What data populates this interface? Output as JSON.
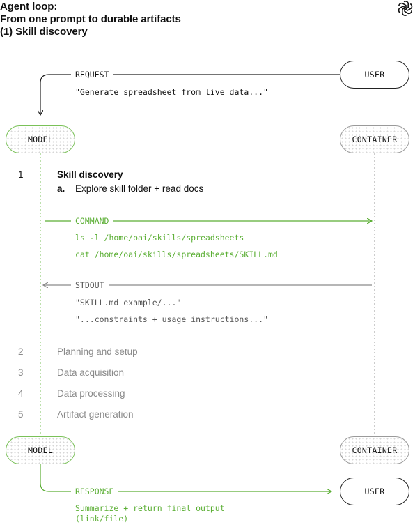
{
  "header": {
    "line1": "Agent loop:",
    "line2": "From one prompt to durable artifacts",
    "line3": "(1) Skill discovery"
  },
  "logo_icon": "openai-logo-icon",
  "colors": {
    "accent_green": "#5aae33",
    "border_gray": "#9a9a9a",
    "text_dark": "#111111",
    "text_muted": "#8a8a8a"
  },
  "actors": {
    "user": "USER",
    "model": "MODEL",
    "container": "CONTAINER"
  },
  "request": {
    "label": "REQUEST",
    "text": "\"Generate spreadsheet from live data...\""
  },
  "active_step": {
    "number": "1",
    "title": "Skill discovery",
    "sub_marker": "a.",
    "sub_title": "Explore skill folder + read docs"
  },
  "command": {
    "label": "COMMAND",
    "lines": [
      "ls -l /home/oai/skills/spreadsheets",
      "cat /home/oai/skills/spreadsheets/SKILL.md"
    ]
  },
  "stdout": {
    "label": "STDOUT",
    "lines": [
      "\"SKILL.md example/...\"",
      "\"...constraints + usage instructions...\""
    ]
  },
  "pending_steps": [
    {
      "number": "2",
      "title": "Planning and setup"
    },
    {
      "number": "3",
      "title": "Data acquisition"
    },
    {
      "number": "4",
      "title": "Data processing"
    },
    {
      "number": "5",
      "title": "Artifact generation"
    }
  ],
  "response": {
    "label": "RESPONSE",
    "lines": [
      "Summarize + return final output",
      "(link/file)"
    ]
  }
}
